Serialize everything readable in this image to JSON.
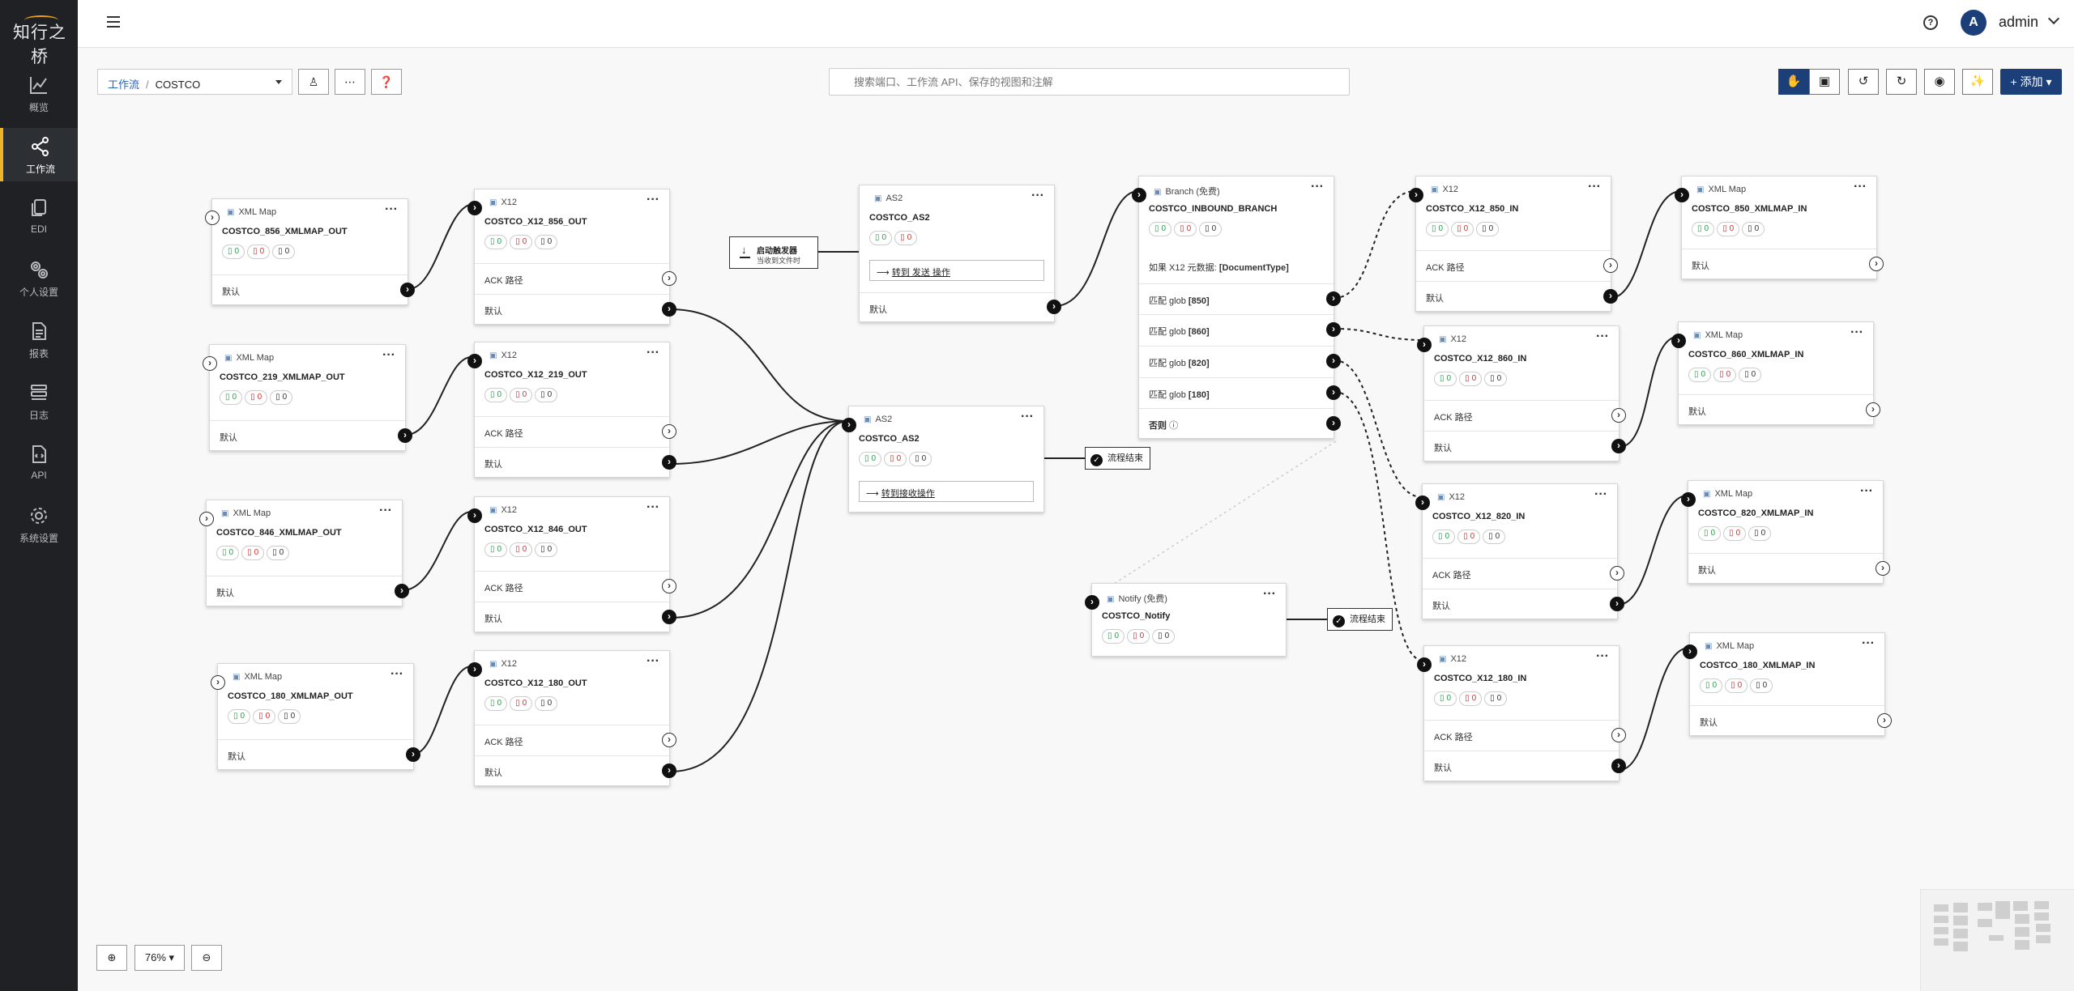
{
  "app": {
    "brand": "知行之桥"
  },
  "sidebar": {
    "items": [
      {
        "label": "概览",
        "icon": "chart-line-icon"
      },
      {
        "label": "工作流",
        "icon": "share-nodes-icon"
      },
      {
        "label": "EDI",
        "icon": "documents-icon"
      },
      {
        "label": "个人设置",
        "icon": "gears-icon"
      },
      {
        "label": "报表",
        "icon": "report-icon"
      },
      {
        "label": "日志",
        "icon": "layers-icon"
      },
      {
        "label": "API",
        "icon": "api-file-icon"
      },
      {
        "label": "系统设置",
        "icon": "gear-icon"
      }
    ],
    "active": "工作流"
  },
  "header": {
    "user": "admin",
    "avatar_letter": "A"
  },
  "toolbar": {
    "breadcrumb_root": "工作流",
    "breadcrumb_sep": "/",
    "breadcrumb_current": "COSTCO",
    "search_placeholder": "搜索端口、工作流 API、保存的视图和注解",
    "add_label": "+ 添加",
    "zoom": "76%"
  },
  "common": {
    "default_route": "默认",
    "ack_route": "ACK 路径",
    "zero": "0",
    "flow_end": "流程结束",
    "else": "否则"
  },
  "trigger": {
    "title": "启动触发器",
    "subtitle": "当收到文件时"
  },
  "nodes": {
    "map856out": {
      "type": "XML Map",
      "name": "COSTCO_856_XMLMAP_OUT"
    },
    "map219out": {
      "type": "XML Map",
      "name": "COSTCO_219_XMLMAP_OUT"
    },
    "map846out": {
      "type": "XML Map",
      "name": "COSTCO_846_XMLMAP_OUT"
    },
    "map180out": {
      "type": "XML Map",
      "name": "COSTCO_180_XMLMAP_OUT"
    },
    "x856out": {
      "type": "X12",
      "name": "COSTCO_X12_856_OUT"
    },
    "x219out": {
      "type": "X12",
      "name": "COSTCO_X12_219_OUT"
    },
    "x846out": {
      "type": "X12",
      "name": "COSTCO_X12_846_OUT"
    },
    "x180out": {
      "type": "X12",
      "name": "COSTCO_X12_180_OUT"
    },
    "as2top": {
      "type": "AS2",
      "name": "COSTCO_AS2",
      "goto": "转到 发送 操作"
    },
    "as2mid": {
      "type": "AS2",
      "name": "COSTCO_AS2",
      "goto": "转到接收操作"
    },
    "branch": {
      "type": "Branch (免费)",
      "name": "COSTCO_INBOUND_BRANCH",
      "cond_prefix": "如果 X12 元数据:",
      "cond_value": "[DocumentType]",
      "match_prefix": "匹配 glob",
      "matches": [
        "[850]",
        "[860]",
        "[820]",
        "[180]"
      ]
    },
    "notify": {
      "type": "Notify (免费)",
      "name": "COSTCO_Notify"
    },
    "x850in": {
      "type": "X12",
      "name": "COSTCO_X12_850_IN"
    },
    "x860in": {
      "type": "X12",
      "name": "COSTCO_X12_860_IN"
    },
    "x820in": {
      "type": "X12",
      "name": "COSTCO_X12_820_IN"
    },
    "x180in": {
      "type": "X12",
      "name": "COSTCO_X12_180_IN"
    },
    "map850in": {
      "type": "XML Map",
      "name": "COSTCO_850_XMLMAP_IN"
    },
    "map860in": {
      "type": "XML Map",
      "name": "COSTCO_860_XMLMAP_IN"
    },
    "map820in": {
      "type": "XML Map",
      "name": "COSTCO_820_XMLMAP_IN"
    },
    "map180in": {
      "type": "XML Map",
      "name": "COSTCO_180_XMLMAP_IN"
    }
  }
}
